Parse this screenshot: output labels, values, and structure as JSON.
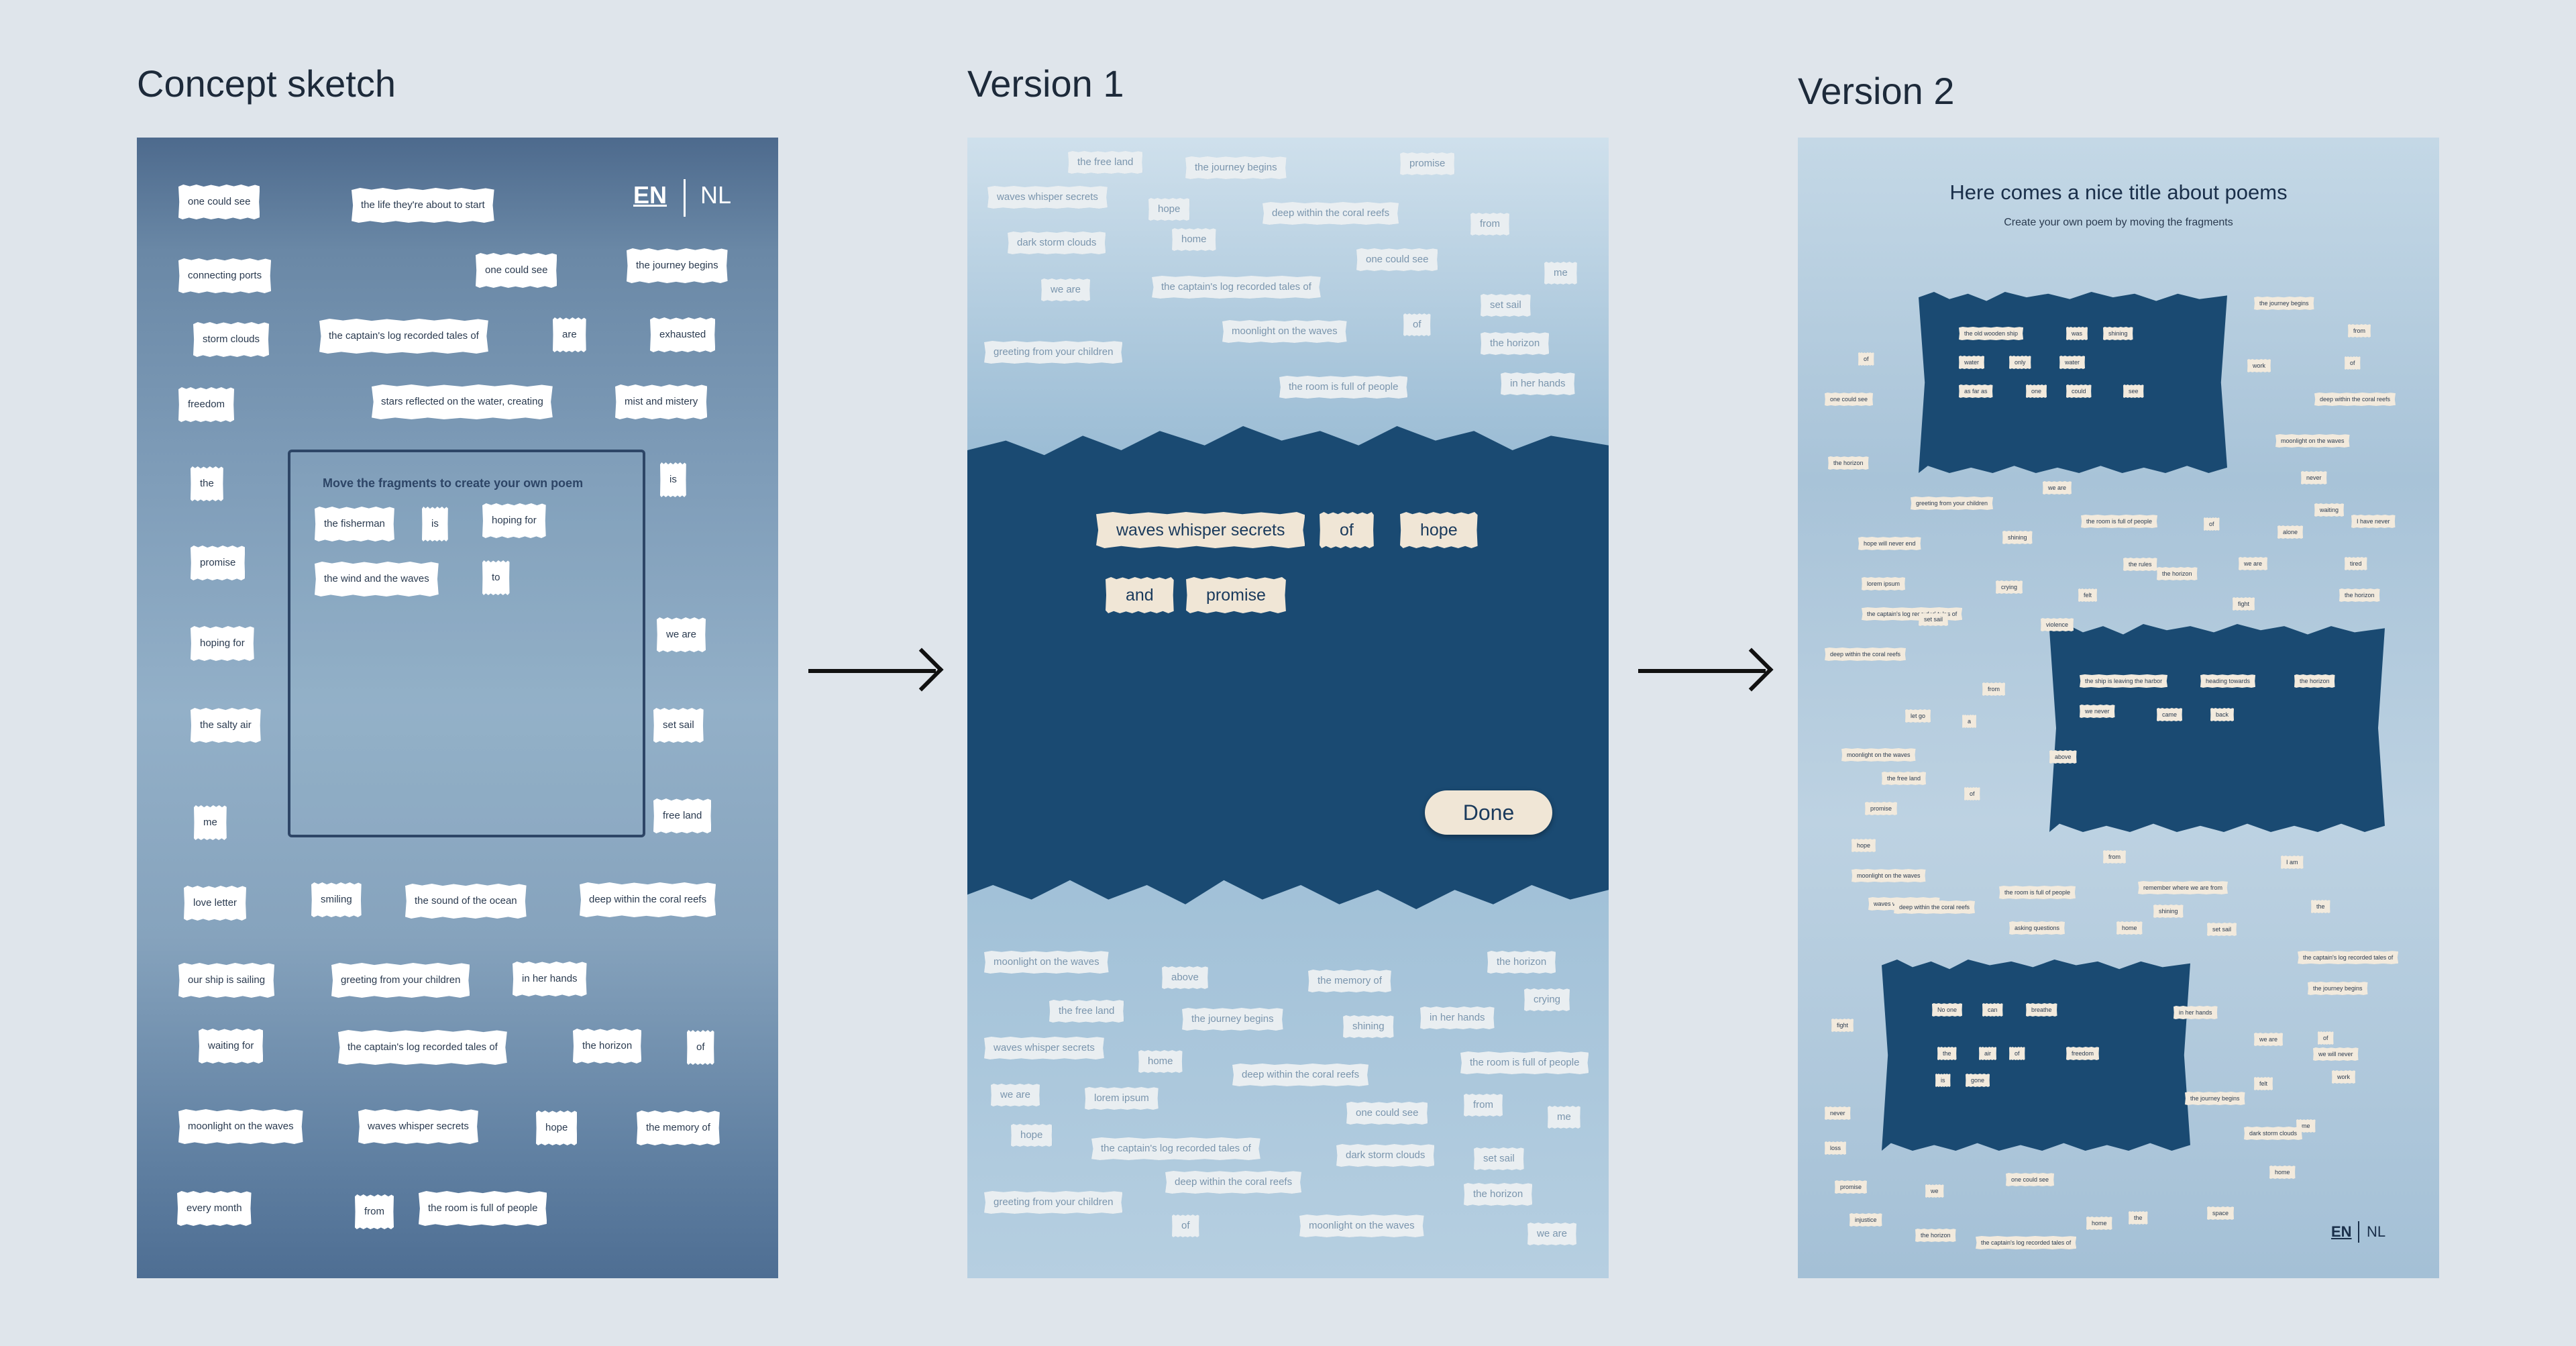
{
  "headings": {
    "concept": "Concept sketch",
    "v1": "Version 1",
    "v2": "Version 2"
  },
  "concept": {
    "lang_en": "EN",
    "lang_nl": "NL",
    "box_title": "Move the fragments to create your own poem",
    "box_fragments": [
      "the fisherman",
      "is",
      "hoping for",
      "the wind and the waves",
      "to"
    ],
    "fragments": [
      "one could see",
      "the life they're about to start",
      "connecting ports",
      "one could see",
      "the journey begins",
      "storm clouds",
      "the captain's log recorded tales of",
      "are",
      "exhausted",
      "freedom",
      "stars reflected on the water, creating",
      "mist and mistery",
      "the",
      "is",
      "promise",
      "hoping for",
      "we are",
      "the salty air",
      "set sail",
      "me",
      "free land",
      "love letter",
      "smiling",
      "the sound of the ocean",
      "deep within the coral reefs",
      "our ship is sailing",
      "greeting from your children",
      "in her hands",
      "waiting for",
      "the captain's log recorded tales of",
      "the horizon",
      "of",
      "moonlight on the waves",
      "waves whisper secrets",
      "hope",
      "the memory of",
      "every month",
      "from",
      "the room is full of people"
    ]
  },
  "v1": {
    "top_fragments": [
      "the free land",
      "the journey begins",
      "promise",
      "waves whisper secrets",
      "hope",
      "deep within the coral reefs",
      "from",
      "dark storm clouds",
      "home",
      "one could see",
      "me",
      "we are",
      "the captain's log recorded tales of",
      "set sail",
      "moonlight on the waves",
      "of",
      "the horizon",
      "greeting from your children",
      "the room is full of people",
      "in her hands"
    ],
    "poem": [
      "waves whisper secrets",
      "of",
      "hope",
      "and",
      "promise"
    ],
    "done_label": "Done",
    "bottom_fragments": [
      "moonlight on the waves",
      "above",
      "the memory of",
      "the horizon",
      "the free land",
      "the journey begins",
      "shining",
      "in her hands",
      "crying",
      "waves whisper secrets",
      "home",
      "deep within the coral reefs",
      "the room is full of people",
      "we are",
      "lorem ipsum",
      "one could see",
      "from",
      "me",
      "hope",
      "the captain's log recorded tales of",
      "dark storm clouds",
      "set sail",
      "deep within the coral reefs",
      "the horizon",
      "greeting from your children",
      "of",
      "moonlight on the waves",
      "we are"
    ]
  },
  "v2": {
    "title": "Here comes a nice title about poems",
    "subtitle": "Create your own poem by moving the fragments",
    "lang_en": "EN",
    "lang_nl": "NL",
    "box1": [
      "the old wooden ship",
      "was",
      "shining",
      "water",
      "only",
      "water",
      "as far as",
      "one",
      "could",
      "see"
    ],
    "box2": [
      "the ship is leaving the harbor",
      "heading towards",
      "the horizon",
      "we never",
      "came",
      "back"
    ],
    "box3": [
      "No one",
      "can",
      "breathe",
      "the",
      "air",
      "of",
      "freedom",
      "is",
      "gone"
    ],
    "fragments": [
      "the journey begins",
      "from",
      "of",
      "work",
      "of",
      "one could see",
      "deep within the coral reefs",
      "moonlight on the waves",
      "the horizon",
      "never",
      "greeting from your children",
      "we are",
      "waiting",
      "I have never",
      "hope will never end",
      "shining",
      "the room is full of people",
      "of",
      "alone",
      "the rules",
      "the horizon",
      "we are",
      "tired",
      "lorem ipsum",
      "crying",
      "felt",
      "fight",
      "the horizon",
      "the captain's log recorded tales of",
      "set sail",
      "violence",
      "deep within the coral reefs",
      "from",
      "let go",
      "a",
      "moonlight on the waves",
      "above",
      "the free land",
      "of",
      "promise",
      "hope",
      "moonlight on the waves",
      "waves whisper secrets",
      "from",
      "I am",
      "remember where we are from",
      "the room is full of people",
      "shining",
      "the",
      "deep within the coral reefs",
      "asking questions",
      "home",
      "set sail",
      "the captain's log recorded tales of",
      "the journey begins",
      "fight",
      "in her hands",
      "of",
      "we are",
      "we will never",
      "felt",
      "work",
      "never",
      "loss",
      "the journey begins",
      "me",
      "dark storm clouds",
      "home",
      "promise",
      "we",
      "one could see",
      "injustice",
      "the horizon",
      "home",
      "the captain's log recorded tales of",
      "the",
      "space"
    ]
  }
}
